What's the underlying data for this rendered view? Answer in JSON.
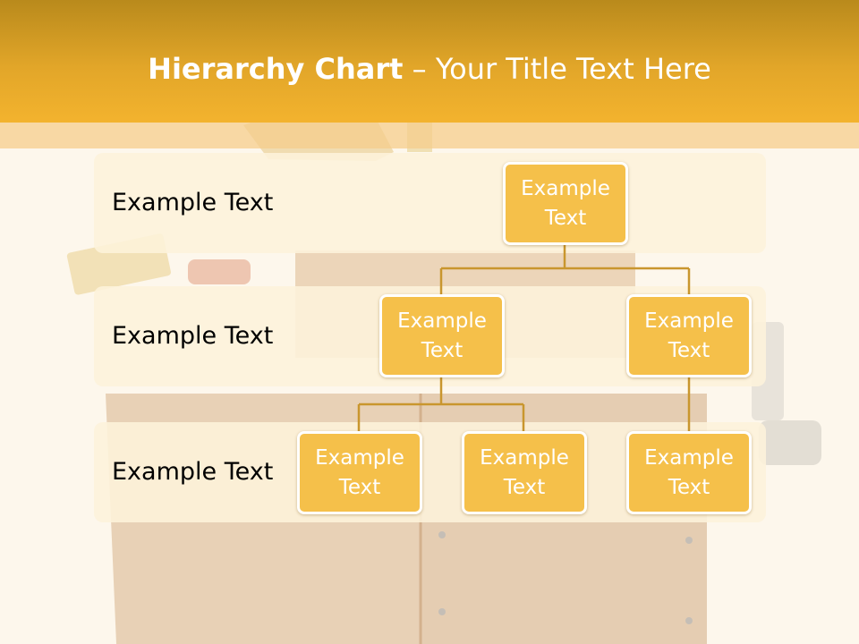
{
  "title": {
    "bold": "Hierarchy Chart",
    "dash": "–",
    "rest": "Your Title Text Here"
  },
  "levels": [
    {
      "label": "Example Text"
    },
    {
      "label": "Example Text"
    },
    {
      "label": "Example Text"
    }
  ],
  "nodes": {
    "root": "Example Text",
    "left": "Example Text",
    "right": "Example Text",
    "left_child_1": "Example Text",
    "left_child_2": "Example Text",
    "right_child_1": "Example Text"
  },
  "colors": {
    "header": "#e2a629",
    "node_fill": "#f5c04a",
    "node_border": "#ffffff",
    "connector": "#c9962e",
    "band": "#fdf2db"
  }
}
